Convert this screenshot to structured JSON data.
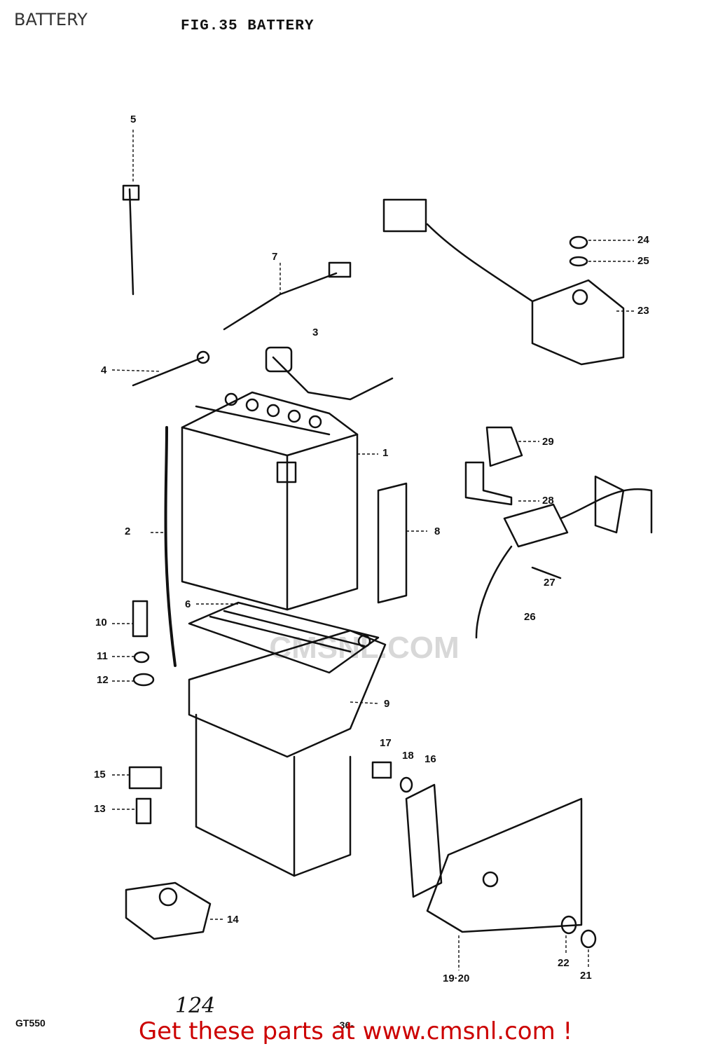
{
  "header": {
    "title": "BATTERY"
  },
  "figure": {
    "title": "FIG.35 BATTERY"
  },
  "watermark": {
    "text": "CMSNL.COM"
  },
  "part_labels": [
    "1",
    "2",
    "3",
    "4",
    "5",
    "6",
    "7",
    "8",
    "9",
    "10",
    "11",
    "12",
    "13",
    "14",
    "15",
    "16",
    "17",
    "18",
    "19·20",
    "21",
    "22",
    "23",
    "24",
    "25",
    "26",
    "27",
    "28",
    "29"
  ],
  "footer": {
    "model": "GT550",
    "handwritten_number": "124",
    "page_number": "-36-",
    "link_text": "Get these parts at www.cmsnl.com !"
  },
  "colors": {
    "line": "#111111",
    "footer": "#cc0000",
    "watermark": "#d8d8d8"
  }
}
